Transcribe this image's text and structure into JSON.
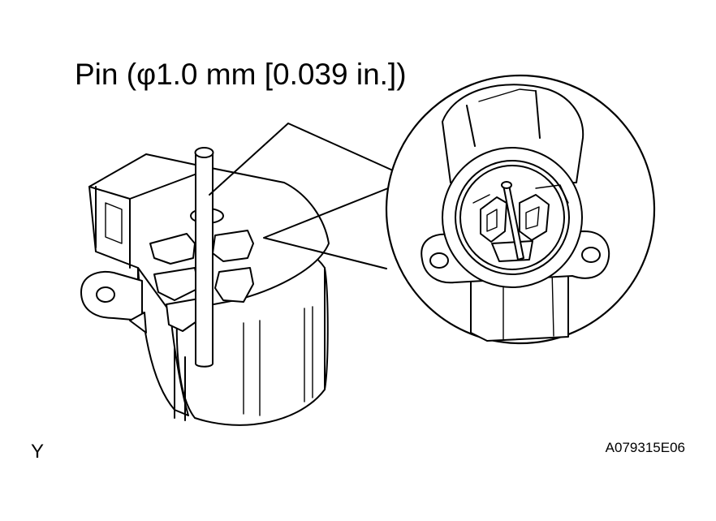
{
  "figure": {
    "title": "Pin (φ1.0 mm [0.039 in.])",
    "corner_mark": "Y",
    "figure_code": "A079315E06"
  }
}
